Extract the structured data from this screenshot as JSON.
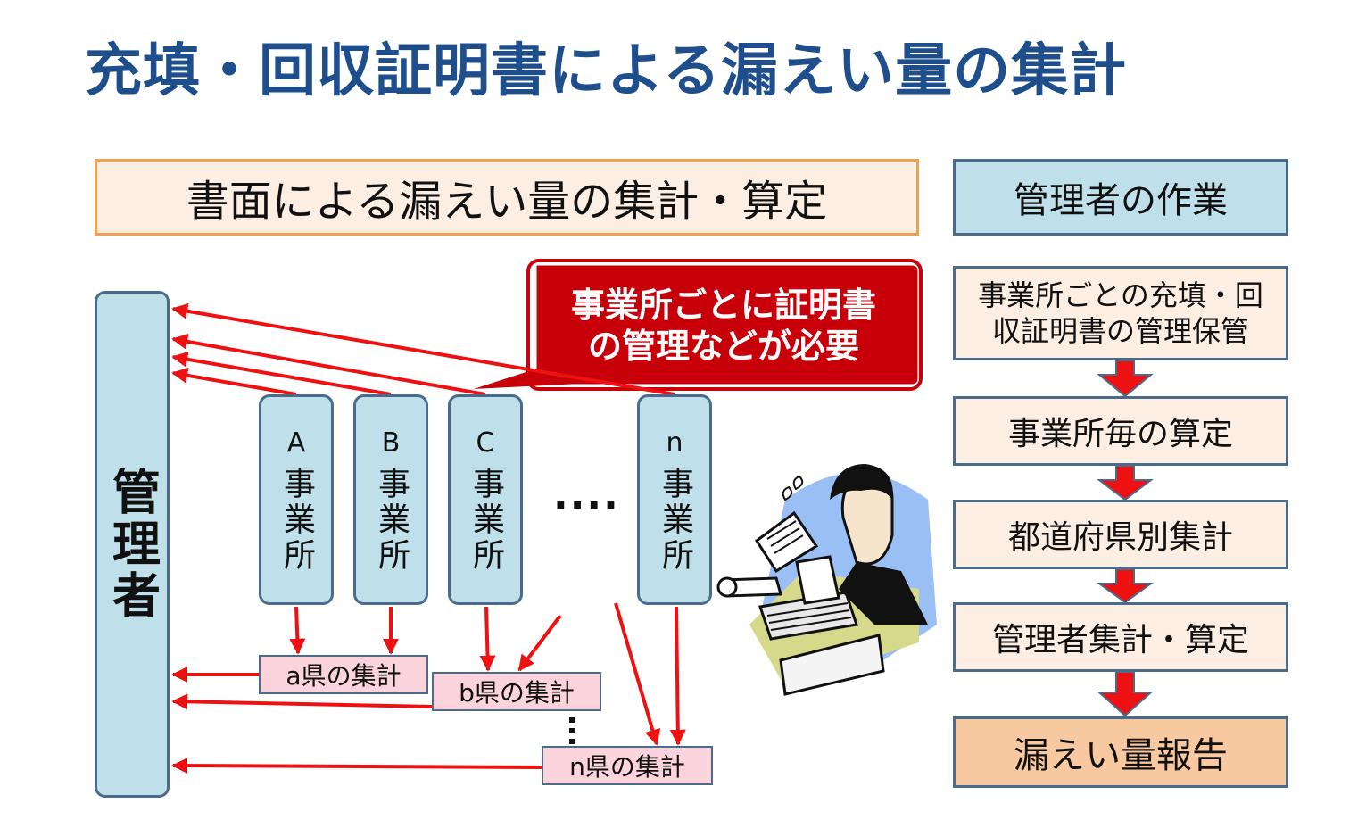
{
  "title": "充填・回収証明書による漏えい量の集計",
  "section_title": "書面による漏えい量の集計・算定",
  "admin_header": "管理者の作業",
  "callout": [
    "事業所ごとに証明書",
    "の管理などが必要"
  ],
  "manager_label": "管理者",
  "offices": [
    {
      "letter": "A",
      "label": "事業所"
    },
    {
      "letter": "B",
      "label": "事業所"
    },
    {
      "letter": "C",
      "label": "事業所"
    },
    {
      "letter": "n",
      "label": "事業所"
    }
  ],
  "ellipsis": "....",
  "prefectures": [
    "a県の集計",
    "b県の集計",
    "n県の集計"
  ],
  "steps": [
    [
      "事業所ごとの充填・回",
      "収証明書の管理保管"
    ],
    [
      "事業所毎の算定"
    ],
    [
      "都道府県別集計"
    ],
    [
      "管理者集計・算定"
    ],
    [
      "漏えい量報告"
    ]
  ],
  "colors": {
    "title": "#1f4e8c",
    "arrow": "#ee1111",
    "box_fill": "#bfe0ea",
    "box_border": "#4a6b8a",
    "section_fill": "#fdeee3",
    "section_border": "#f0a050",
    "pref_fill": "#fbd3dc",
    "callout_fill": "#c8000a",
    "report_fill": "#f8c8a0"
  }
}
